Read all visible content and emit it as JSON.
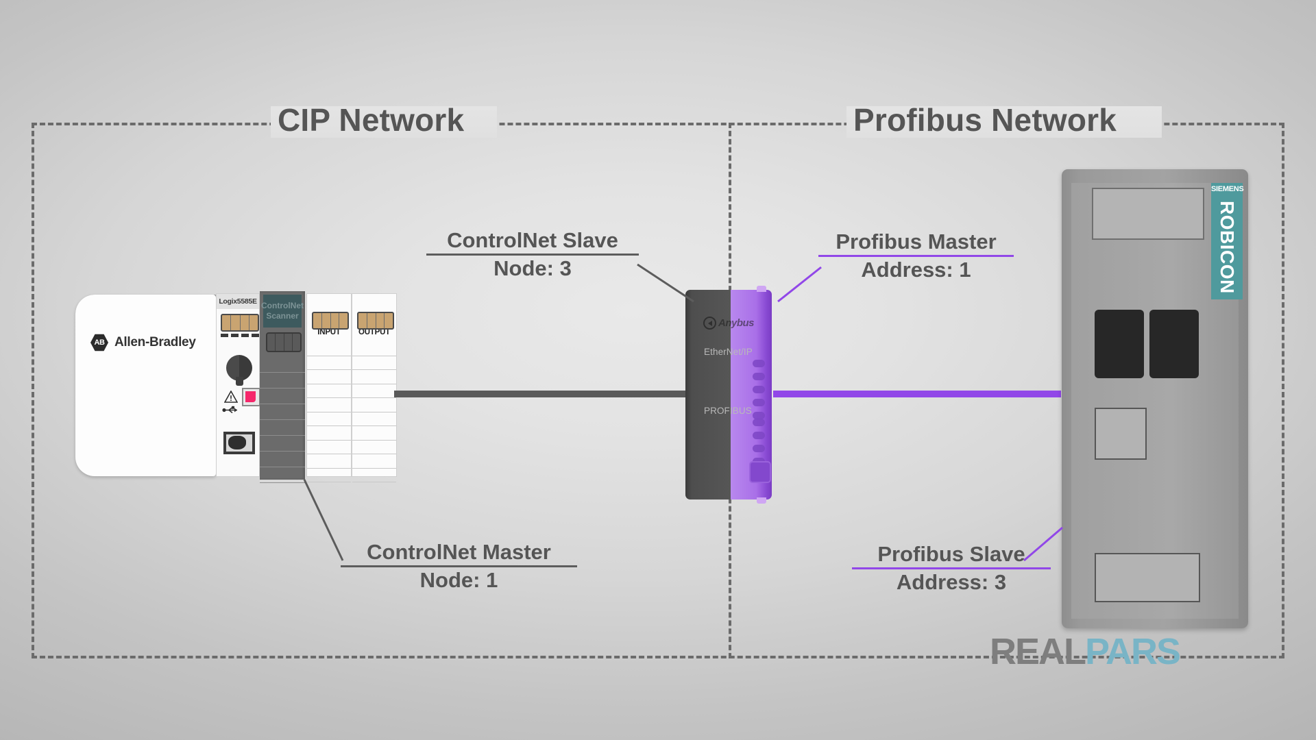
{
  "networks": {
    "left": {
      "title": "CIP Network"
    },
    "right": {
      "title": "Profibus Network"
    }
  },
  "annotations": [
    {
      "id": "controlnet-slave",
      "line1": "ControlNet Slave",
      "line2": "Node: 3",
      "rule_color": "#5c5c5c"
    },
    {
      "id": "profibus-master",
      "line1": "Profibus Master",
      "line2": "Address: 1",
      "rule_color": "#9147e8"
    },
    {
      "id": "controlnet-master",
      "line1": "ControlNet Master",
      "line2": "Node: 1",
      "rule_color": "#5c5c5c"
    },
    {
      "id": "profibus-slave",
      "line1": "Profibus Slave",
      "line2": "Address: 3",
      "rule_color": "#9147e8"
    }
  ],
  "plc": {
    "brand": "Allen-Bradley",
    "brand_mark": "AB",
    "cpu_label": "Logix5585E",
    "scanner_label_line1": "ControlNet",
    "scanner_label_line2": "Scanner",
    "modules": [
      {
        "name": "INPUT"
      },
      {
        "name": "OUTPUT"
      }
    ]
  },
  "gateway": {
    "brand": "Anybus",
    "port_top": "EtherNet/IP",
    "port_bottom": "PROFIBUS"
  },
  "drive": {
    "vendor": "SIEMENS",
    "family": "ROBICON"
  },
  "logo": {
    "part1": "REAL",
    "part2": "PARS"
  },
  "colors": {
    "profibus_cable": "#9147e8",
    "controlnet_cable": "#5a5a5a",
    "frame_dash": "#6b6b6b",
    "badge_teal": "#4f9a9d",
    "logo_blue": "#79b4c6"
  }
}
